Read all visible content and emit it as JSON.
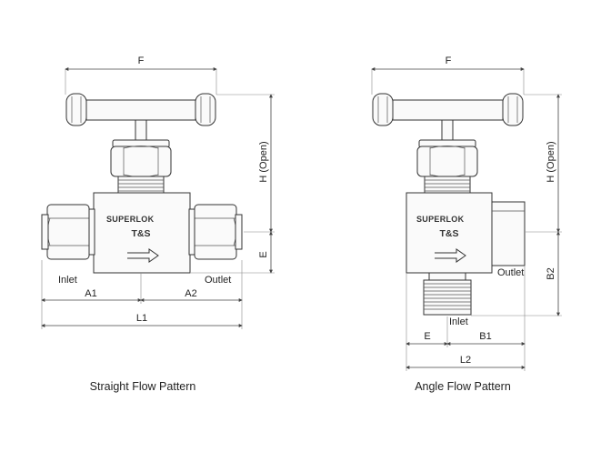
{
  "straight": {
    "caption": "Straight Flow Pattern",
    "dims": {
      "F": "F",
      "H": "H (Open)",
      "E": "E",
      "A1": "A1",
      "A2": "A2",
      "L1": "L1"
    },
    "ports": {
      "inlet": "Inlet",
      "outlet": "Outlet"
    },
    "brand": "SUPERLOK",
    "model": "T&S"
  },
  "angle": {
    "caption": "Angle Flow Pattern",
    "dims": {
      "F": "F",
      "H": "H (Open)",
      "B2": "B2",
      "E": "E",
      "B1": "B1",
      "L2": "L2"
    },
    "ports": {
      "inlet": "Inlet",
      "outlet": "Outlet"
    },
    "brand": "SUPERLOK",
    "model": "T&S"
  }
}
